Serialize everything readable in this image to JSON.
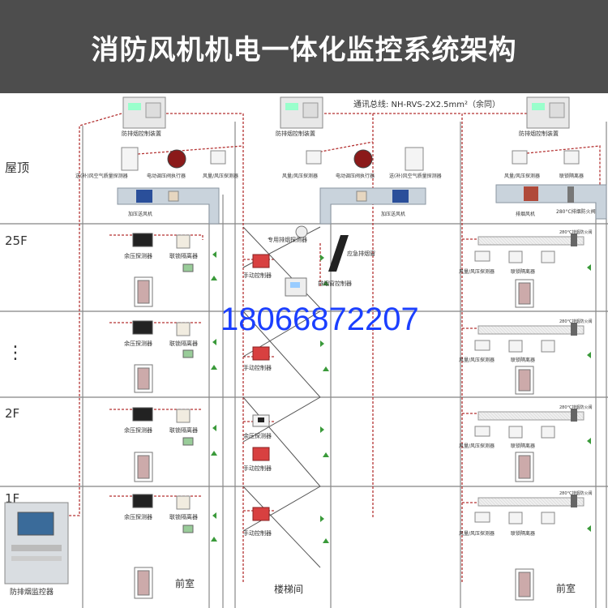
{
  "header": {
    "title": "消防风机机电一体化监控系统架构"
  },
  "bus_label": "通讯总线:  NH-RVS-2X2.5mm²（余同）",
  "phone": "18066872207",
  "floors": {
    "roof": "屋顶",
    "f25": "25F",
    "dots": "⋮",
    "f2": "2F",
    "f1": "1F"
  },
  "controllers": {
    "left": "防排烟控制装置",
    "middle": "防排烟控制装置",
    "right": "防排烟控制装置"
  },
  "roof_left": {
    "sensor1": "送(补)风空气质量探测器",
    "actuator": "电动调压阀执行器",
    "sensor2": "风量/风压探测器",
    "fan": "加压送风机"
  },
  "roof_middle": {
    "sensor1": "风量/风压探测器",
    "actuator": "电动调压阀执行器",
    "sensor2": "送(补)风空气质量探测器",
    "fan": "加压送风机"
  },
  "roof_right": {
    "sensor1": "风量/风压探测器",
    "sensor2": "联锁隔离器",
    "fan": "排烟风机",
    "valve": "280°C排烟防火阀"
  },
  "left_col": {
    "pressure": "余压探测器",
    "isolator": "联锁隔离器",
    "room": "前室"
  },
  "stair": {
    "manual": "手动控制器",
    "dedicated": "专用排烟探测器",
    "window": "应急排烟窗",
    "controller": "排烟窗控制器",
    "pressure": "余压探测器",
    "room": "楼梯间"
  },
  "right_col": {
    "valve": "280°C排烟防火阀",
    "sensor": "风量/风压探测器",
    "isolator": "联锁隔离器",
    "room": "前室"
  },
  "monitor": {
    "label": "防排烟监控器"
  }
}
